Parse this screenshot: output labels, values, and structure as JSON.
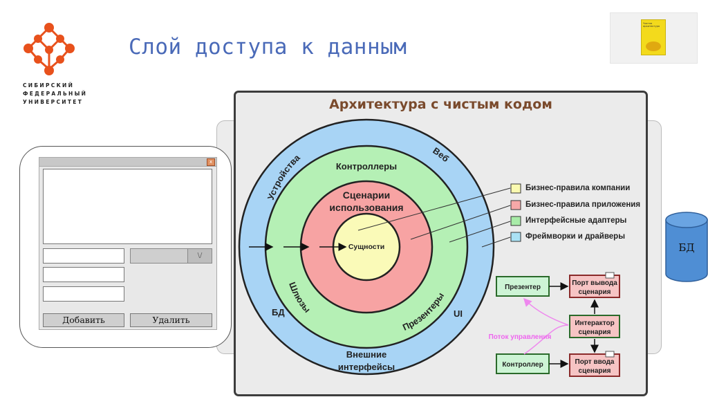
{
  "slide": {
    "title": "Слой доступа к данным"
  },
  "logo": {
    "lines": [
      "СИБИРСКИЙ",
      "ФЕДЕРАЛЬНЫЙ",
      "УНИВЕРСИТЕТ"
    ],
    "color": "#e8511c"
  },
  "book": {
    "title_text": "Чистая архитектура"
  },
  "form": {
    "close": "x",
    "dropdown_arrow": "\\/",
    "add_button": "Добавить",
    "delete_button": "Удалить"
  },
  "diagram": {
    "title": "Архитектура с чистым кодом",
    "rings": {
      "outer": {
        "labels": {
          "devices": "Устройства",
          "web": "Веб",
          "db": "БД",
          "ui": "UI",
          "external": "Внешние",
          "external2": "интерфейсы"
        },
        "color": "#a8d4f5"
      },
      "middle": {
        "labels": {
          "controllers": "Контроллеры",
          "gateways": "Шлюзы",
          "presenters": "Презентеры"
        },
        "color": "#b5f0b5"
      },
      "inner": {
        "labels": {
          "use_cases": "Сценарии",
          "use_cases2": "использования"
        },
        "color": "#f7a3a3"
      },
      "core": {
        "labels": {
          "entities": "Сущности"
        },
        "color": "#fafab8"
      }
    },
    "legend": [
      {
        "label": "Бизнес-правила компании",
        "color": "#fafab0"
      },
      {
        "label": "Бизнес-правила приложения",
        "color": "#f6a8a8"
      },
      {
        "label": "Интерфейсные адаптеры",
        "color": "#a8eca8"
      },
      {
        "label": "Фреймворки и драйверы",
        "color": "#aae2f5"
      }
    ],
    "flow": {
      "presenter": "Презентер",
      "output_port": [
        "Порт вывода",
        "сценария"
      ],
      "interactor": [
        "Интерактор",
        "сценария"
      ],
      "controller": "Контроллер",
      "input_port": [
        "Порт ввода",
        "сценария"
      ],
      "control_flow": "Поток управления",
      "box_fill": "#cdf4d5",
      "box_fill_alt": "#f6c4c4",
      "arrow_color": "#ee88ee"
    }
  },
  "database": {
    "label": "БД",
    "color": "#4f8ed4"
  }
}
